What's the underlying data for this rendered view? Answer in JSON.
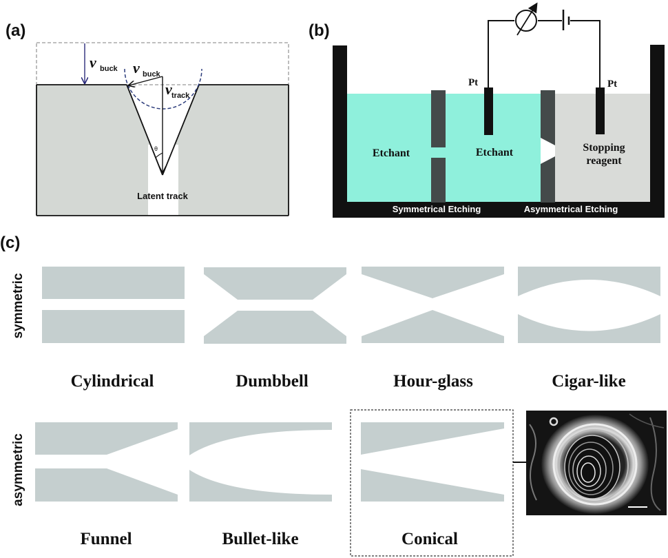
{
  "panels": {
    "a": {
      "label": "(a)",
      "v_symbol": "v",
      "v_buck_sub": "buck",
      "v_track_sub": "track",
      "theta": "θ",
      "latent_track": "Latent track"
    },
    "b": {
      "label": "(b)",
      "pt_left": "Pt",
      "pt_right": "Pt",
      "etchant_left": "Etchant",
      "etchant_middle": "Etchant",
      "stopping_line1": "Stopping",
      "stopping_line2": "reagent",
      "symmetrical_etching": "Symmetrical Etching",
      "asymmetrical_etching": "Asymmetrical Etching"
    },
    "c": {
      "label": "(c)",
      "row_symmetric": "symmetric",
      "row_asymmetric": "asymmetric",
      "shapes_symmetric": [
        "Cylindrical",
        "Dumbbell",
        "Hour-glass",
        "Cigar-like"
      ],
      "shapes_asymmetric": [
        "Funnel",
        "Bullet-like",
        "Conical"
      ]
    }
  },
  "colors": {
    "etchant": "#8ff0dc",
    "stopping_reagent": "#d9dbd8",
    "membrane": "#d4d8d4",
    "pore_shape": "#c5cfcf",
    "vessel": "#111111",
    "separator": "#444a4a",
    "dashed_arc": "#2a3a7a"
  }
}
